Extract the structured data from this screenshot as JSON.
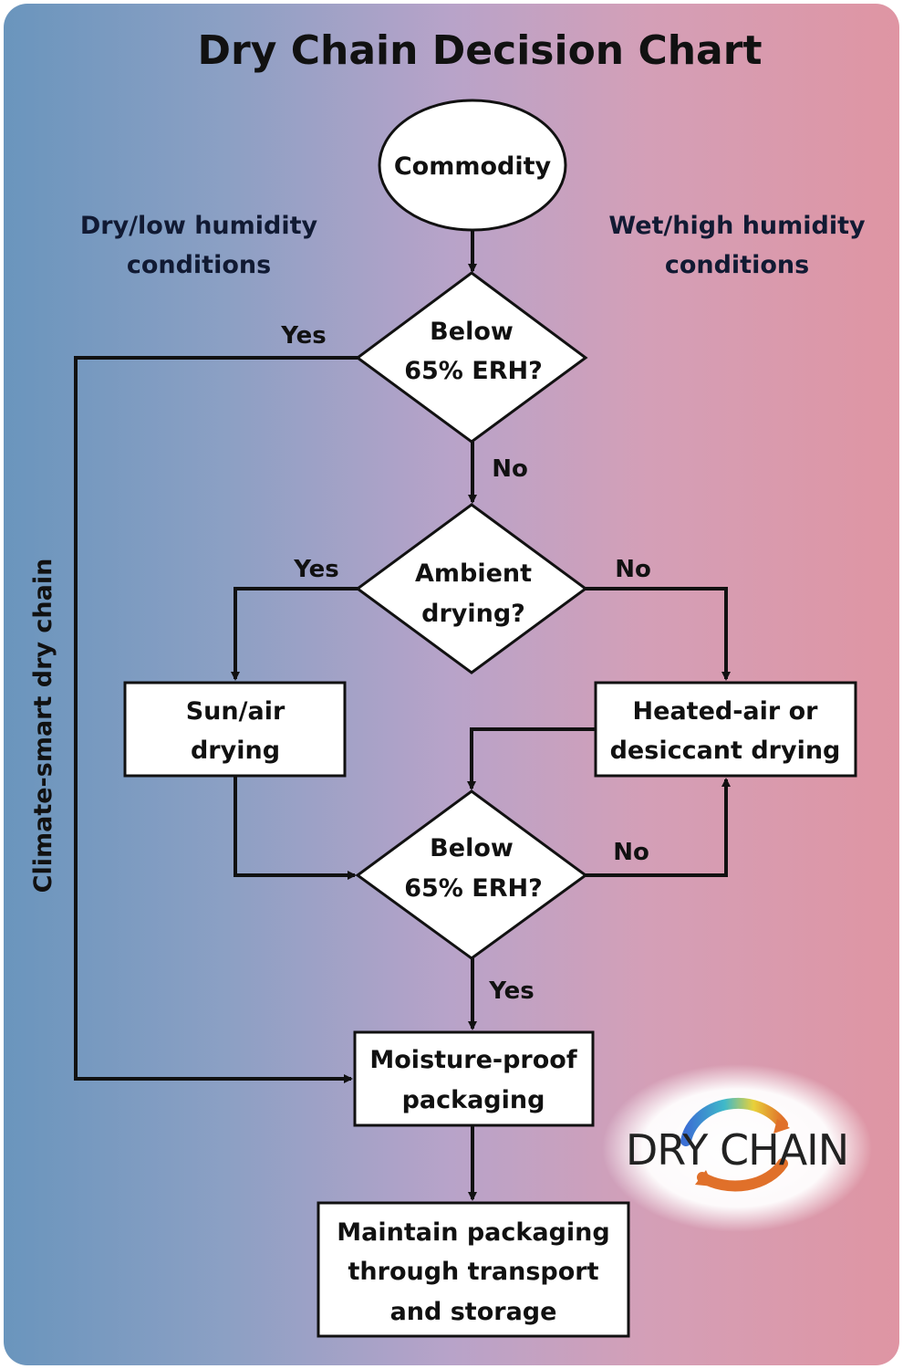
{
  "title": "Dry Chain Decision Chart",
  "conditions": {
    "left_line1": "Dry/low humidity",
    "left_line2": "conditions",
    "right_line1": "Wet/high humidity",
    "right_line2": "conditions"
  },
  "side_label": "Climate-smart dry chain",
  "nodes": {
    "commodity": "Commodity",
    "decision1_line1": "Below",
    "decision1_line2": "65% ERH?",
    "decision2_line1": "Ambient",
    "decision2_line2": "drying?",
    "sun_line1": "Sun/air",
    "sun_line2": "drying",
    "heated_line1": "Heated-air or",
    "heated_line2": "desiccant drying",
    "decision3_line1": "Below",
    "decision3_line2": "65% ERH?",
    "packaging_line1": "Moisture-proof",
    "packaging_line2": "packaging",
    "maintain_line1": "Maintain packaging",
    "maintain_line2": "through transport",
    "maintain_line3": "and storage"
  },
  "edges": {
    "d1_yes": "Yes",
    "d1_no": "No",
    "d2_yes": "Yes",
    "d2_no": "No",
    "d3_no": "No",
    "d3_yes": "Yes"
  },
  "logo": {
    "text": "DRY CHAIN"
  },
  "colors": {
    "gradient_left": "#6a95bd",
    "gradient_right": "#df95a3",
    "logo_orange": "#e0702a",
    "logo_blue": "#3b6fd4"
  }
}
